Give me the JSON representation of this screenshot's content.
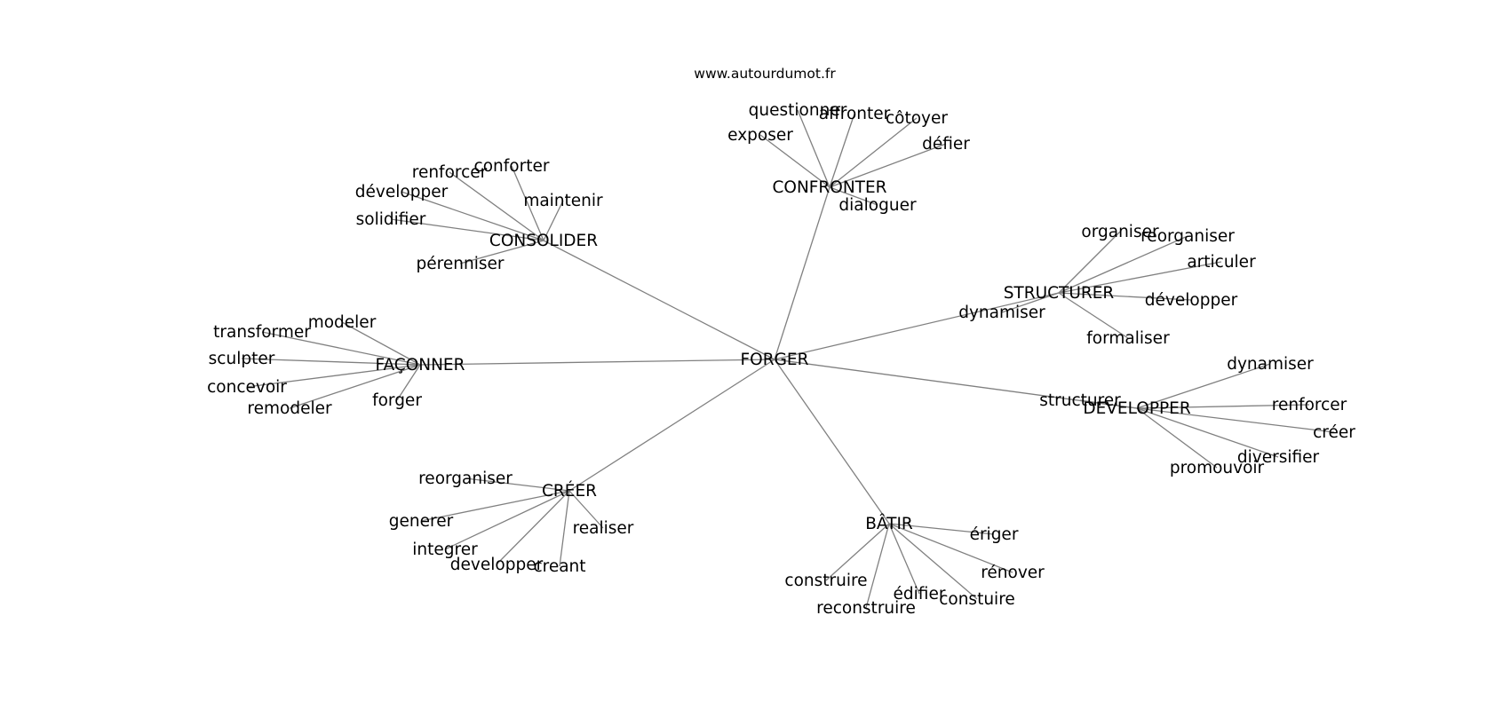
{
  "source": "www.autourdumot.fr",
  "center": "FORGER",
  "groups": [
    {
      "id": "confronter",
      "label": "CONFRONTER",
      "words": [
        "questionner",
        "affronter",
        "côtoyer",
        "exposer",
        "défier",
        "dialoguer"
      ]
    },
    {
      "id": "consolider",
      "label": "CONSOLIDER",
      "words": [
        "conforter",
        "renforcer",
        "développer",
        "maintenir",
        "solidifier",
        "pérenniser"
      ]
    },
    {
      "id": "structurer",
      "label": "STRUCTURER",
      "words": [
        "organiser",
        "reorganiser",
        "articuler",
        "développer",
        "dynamiser",
        "formaliser"
      ]
    },
    {
      "id": "faconner",
      "label": "FAÇONNER",
      "words": [
        "modeler",
        "transformer",
        "sculpter",
        "concevoir",
        "remodeler",
        "forger"
      ]
    },
    {
      "id": "developper",
      "label": "DEVELOPPER",
      "words": [
        "dynamiser",
        "renforcer",
        "structurer",
        "créer",
        "diversifier",
        "promouvoir"
      ]
    },
    {
      "id": "creer",
      "label": "CRÉER",
      "words": [
        "reorganiser",
        "generer",
        "realiser",
        "integrer",
        "developper",
        "creant"
      ]
    },
    {
      "id": "batir",
      "label": "BÂTIR",
      "words": [
        "ériger",
        "rénover",
        "construire",
        "édifier",
        "constuire",
        "reconstruire"
      ]
    }
  ]
}
